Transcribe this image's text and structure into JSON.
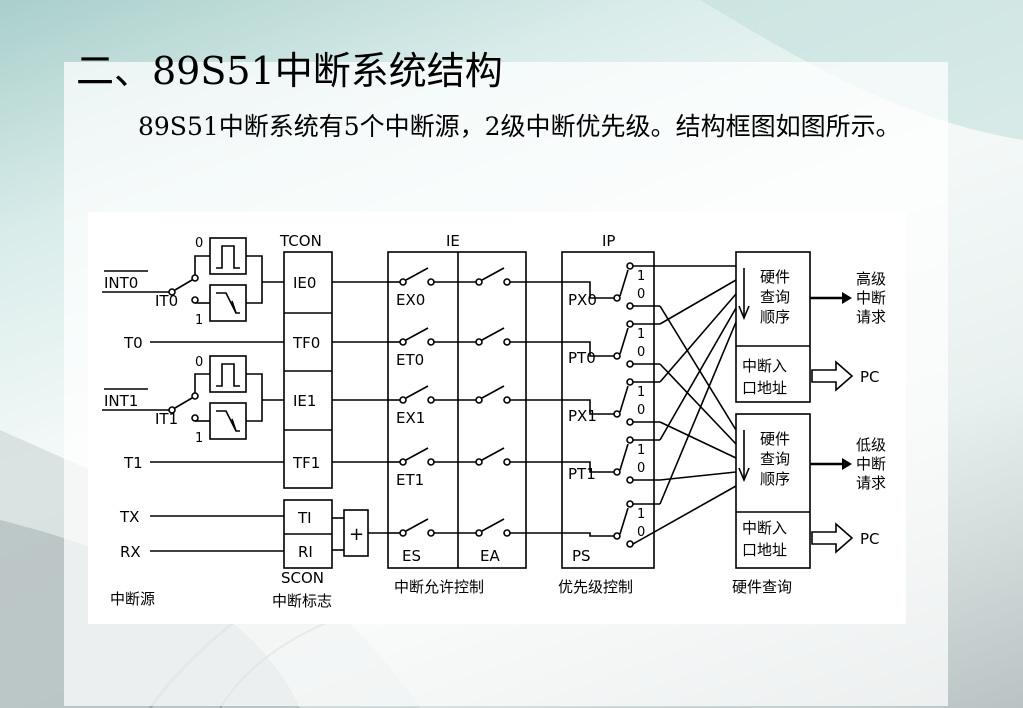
{
  "title": "二、89S51中断系统结构",
  "paragraph": "89S51中断系统有5个中断源，2级中断优先级。结构框图如图所示。",
  "diagram": {
    "sources": {
      "int0": "INT0",
      "it0": "IT0",
      "t0": "T0",
      "int1": "INT1",
      "it1": "IT1",
      "t1": "T1",
      "tx": "TX",
      "rx": "RX"
    },
    "switch_state_0": "0",
    "switch_state_1": "1",
    "tcon_label": "TCON",
    "tcon_flags": [
      "IE0",
      "TF0",
      "IE1",
      "TF1"
    ],
    "scon_flags": [
      "TI",
      "RI"
    ],
    "or_symbol": "+",
    "scon_label": "SCON",
    "ie_label": "IE",
    "ie_switches": [
      "EX0",
      "ET0",
      "EX1",
      "ET1",
      "ES"
    ],
    "ea_label": "EA",
    "ip_label": "IP",
    "ip_switches": [
      "PX0",
      "PT0",
      "PX1",
      "PT1",
      "PS"
    ],
    "hw_query_text": "硬件查询顺序",
    "vector_text": "中断入口地址",
    "high_request": "高级中断请求",
    "low_request": "低级中断请求",
    "pc": "PC",
    "captions": {
      "source": "中断源",
      "flags": "中断标志",
      "enable": "中断允许控制",
      "priority": "优先级控制",
      "hwquery": "硬件查询"
    }
  }
}
